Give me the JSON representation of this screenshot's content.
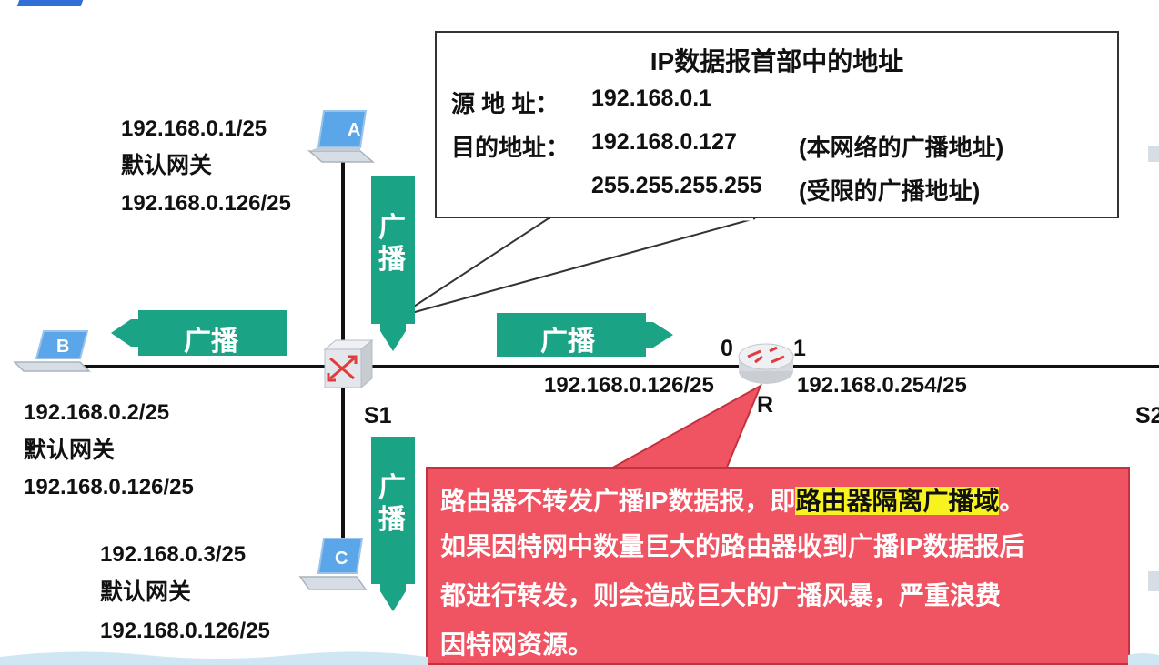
{
  "info_box": {
    "title": "IP数据报首部中的地址",
    "source_label": "源 地 址：",
    "source_value": "192.168.0.1",
    "dest_label": "目的地址：",
    "dest_value_1": "192.168.0.127",
    "dest_note_1": "(本网络的广播地址)",
    "dest_value_2": "255.255.255.255",
    "dest_note_2": "(受限的广播地址)"
  },
  "hosts": {
    "a": {
      "letter": "A",
      "ip": "192.168.0.1/25",
      "gw_label": "默认网关",
      "gw": "192.168.0.126/25"
    },
    "b": {
      "letter": "B",
      "ip": "192.168.0.2/25",
      "gw_label": "默认网关",
      "gw": "192.168.0.126/25"
    },
    "c": {
      "letter": "C",
      "ip": "192.168.0.3/25",
      "gw_label": "默认网关",
      "gw": "192.168.0.126/25"
    }
  },
  "switch": {
    "label": "S1"
  },
  "switch2": {
    "label": "S2"
  },
  "router": {
    "label": "R",
    "port0": "0",
    "port1": "1",
    "port0_ip": "192.168.0.126/25",
    "port1_ip": "192.168.0.254/25"
  },
  "broadcast_label": "广播",
  "broadcast_vertical": "广\n播",
  "note": {
    "line1_pre": "路由器不转发广播IP数据报，即",
    "line1_highlight": "路由器隔离广播域",
    "line1_post": "。",
    "line2": "如果因特网中数量巨大的路由器收到广播IP数据报后",
    "line3": "都进行转发，则会造成巨大的广播风暴，严重浪费",
    "line4": "因特网资源。"
  },
  "colors": {
    "broadcast_green": "#1aa384",
    "note_red": "#f05463",
    "highlight_yellow": "#f8f320",
    "laptop_blue": "#5aa6e8"
  },
  "icons": [
    "laptop-icon",
    "switch-icon",
    "router-icon"
  ]
}
